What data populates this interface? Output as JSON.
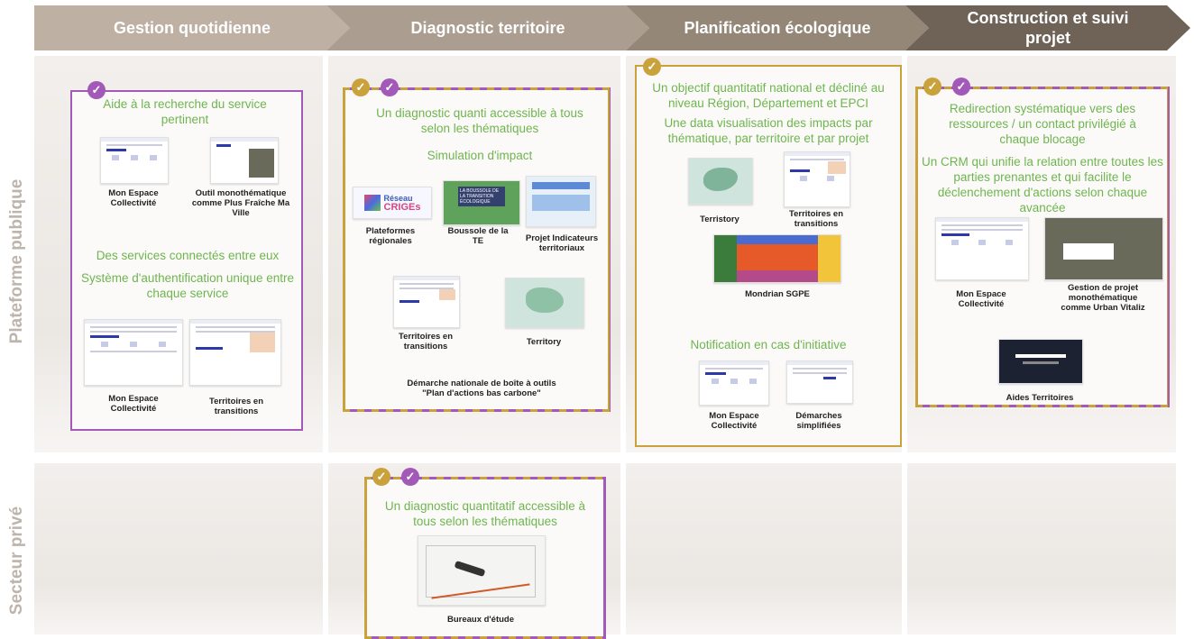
{
  "headers": [
    {
      "label": "Gestion quotidienne"
    },
    {
      "label": "Diagnostic territoire"
    },
    {
      "label": "Planification écologique"
    },
    {
      "label": "Construction et suivi projet"
    }
  ],
  "rows": [
    {
      "label": "Plateforme publique"
    },
    {
      "label": "Secteur privé"
    }
  ],
  "colors": {
    "purple": "#a259b8",
    "gold": "#c9a23b",
    "green_text": "#6fb54f"
  },
  "col1": {
    "title": "Aide à la recherche du service pertinent",
    "mid_text_1": "Des services connectés entre eux",
    "mid_text_2": "Système d'authentification unique entre chaque service",
    "caps": [
      "Mon Espace Collectivité",
      "Outil monothématique comme Plus Fraîche Ma Ville",
      "Mon Espace Collectivité",
      "Territoires en transitions"
    ]
  },
  "col2": {
    "title": "Un diagnostic quanti accessible à tous selon les thématiques",
    "sub": "Simulation d'impact",
    "crige_word1": "Réseau",
    "crige_word2": "CRIGEs",
    "boussole_text": "LA BOUSSOLE DE LA TRANSITION ÉCOLOGIQUE",
    "caps": [
      "Plateformes régionales",
      "Boussole de la TE",
      "Projet Indicateurs territoriaux",
      "Territoires en transitions",
      "Territory"
    ],
    "footer": "Démarche nationale de boîte à outils \"Plan d'actions bas carbone\""
  },
  "col3": {
    "title1": "Un objectif quantitatif national et décliné au niveau Région, Département et EPCI",
    "title2": "Une data visualisation des impacts par thématique, par territoire et par projet",
    "caps": [
      "Terristory",
      "Territoires en transitions",
      "Mondrian SGPE"
    ],
    "notif": "Notification en cas d'initiative",
    "caps2": [
      "Mon Espace Collectivité",
      "Démarches simplifiées"
    ]
  },
  "col4": {
    "title1": "Redirection systématique vers des ressources / un contact privilégié à chaque blocage",
    "title2": "Un CRM qui unifie la relation entre toutes les parties prenantes et qui facilite le déclenchement d'actions selon chaque avancée",
    "caps": [
      "Mon Espace Collectivité",
      "Gestion de projet monothématique comme Urban Vitaliz",
      "Aides Territoires"
    ]
  },
  "prive": {
    "title": "Un diagnostic quantitatif accessible à tous selon les thématiques",
    "cap": "Bureaux d'étude"
  }
}
